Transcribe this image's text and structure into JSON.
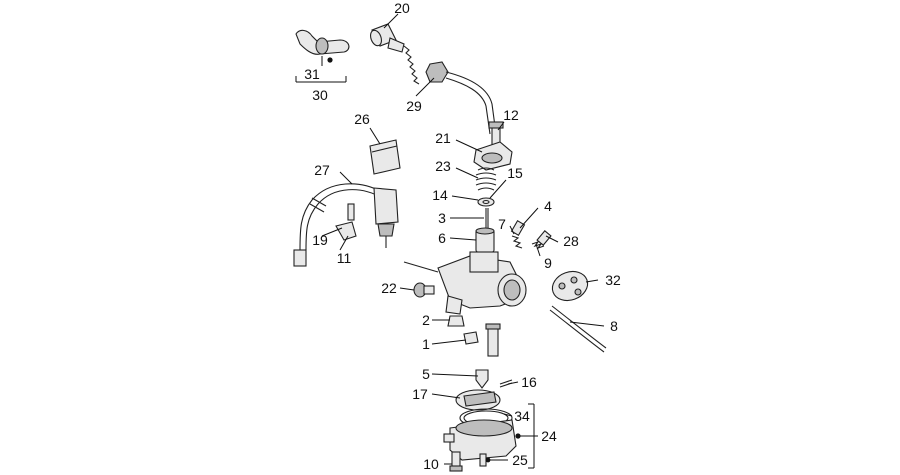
{
  "callouts": [
    {
      "id": "n20",
      "text": "20"
    },
    {
      "id": "n31",
      "text": "31"
    },
    {
      "id": "n30",
      "text": "30"
    },
    {
      "id": "n29",
      "text": "29"
    },
    {
      "id": "n26",
      "text": "26"
    },
    {
      "id": "n12",
      "text": "12"
    },
    {
      "id": "n21",
      "text": "21"
    },
    {
      "id": "n23",
      "text": "23"
    },
    {
      "id": "n27",
      "text": "27"
    },
    {
      "id": "n14",
      "text": "14"
    },
    {
      "id": "n15",
      "text": "15"
    },
    {
      "id": "n4",
      "text": "4"
    },
    {
      "id": "n3",
      "text": "3"
    },
    {
      "id": "n7",
      "text": "7"
    },
    {
      "id": "n6",
      "text": "6"
    },
    {
      "id": "n28",
      "text": "28"
    },
    {
      "id": "n19",
      "text": "19"
    },
    {
      "id": "n11",
      "text": "11"
    },
    {
      "id": "n9",
      "text": "9"
    },
    {
      "id": "n32",
      "text": "32"
    },
    {
      "id": "n22",
      "text": "22"
    },
    {
      "id": "n8",
      "text": "8"
    },
    {
      "id": "n2",
      "text": "2"
    },
    {
      "id": "n1",
      "text": "1"
    },
    {
      "id": "n5",
      "text": "5"
    },
    {
      "id": "n16",
      "text": "16"
    },
    {
      "id": "n17",
      "text": "17"
    },
    {
      "id": "n34",
      "text": "34"
    },
    {
      "id": "n24",
      "text": "24"
    },
    {
      "id": "n10",
      "text": "10"
    },
    {
      "id": "n25",
      "text": "25"
    }
  ]
}
